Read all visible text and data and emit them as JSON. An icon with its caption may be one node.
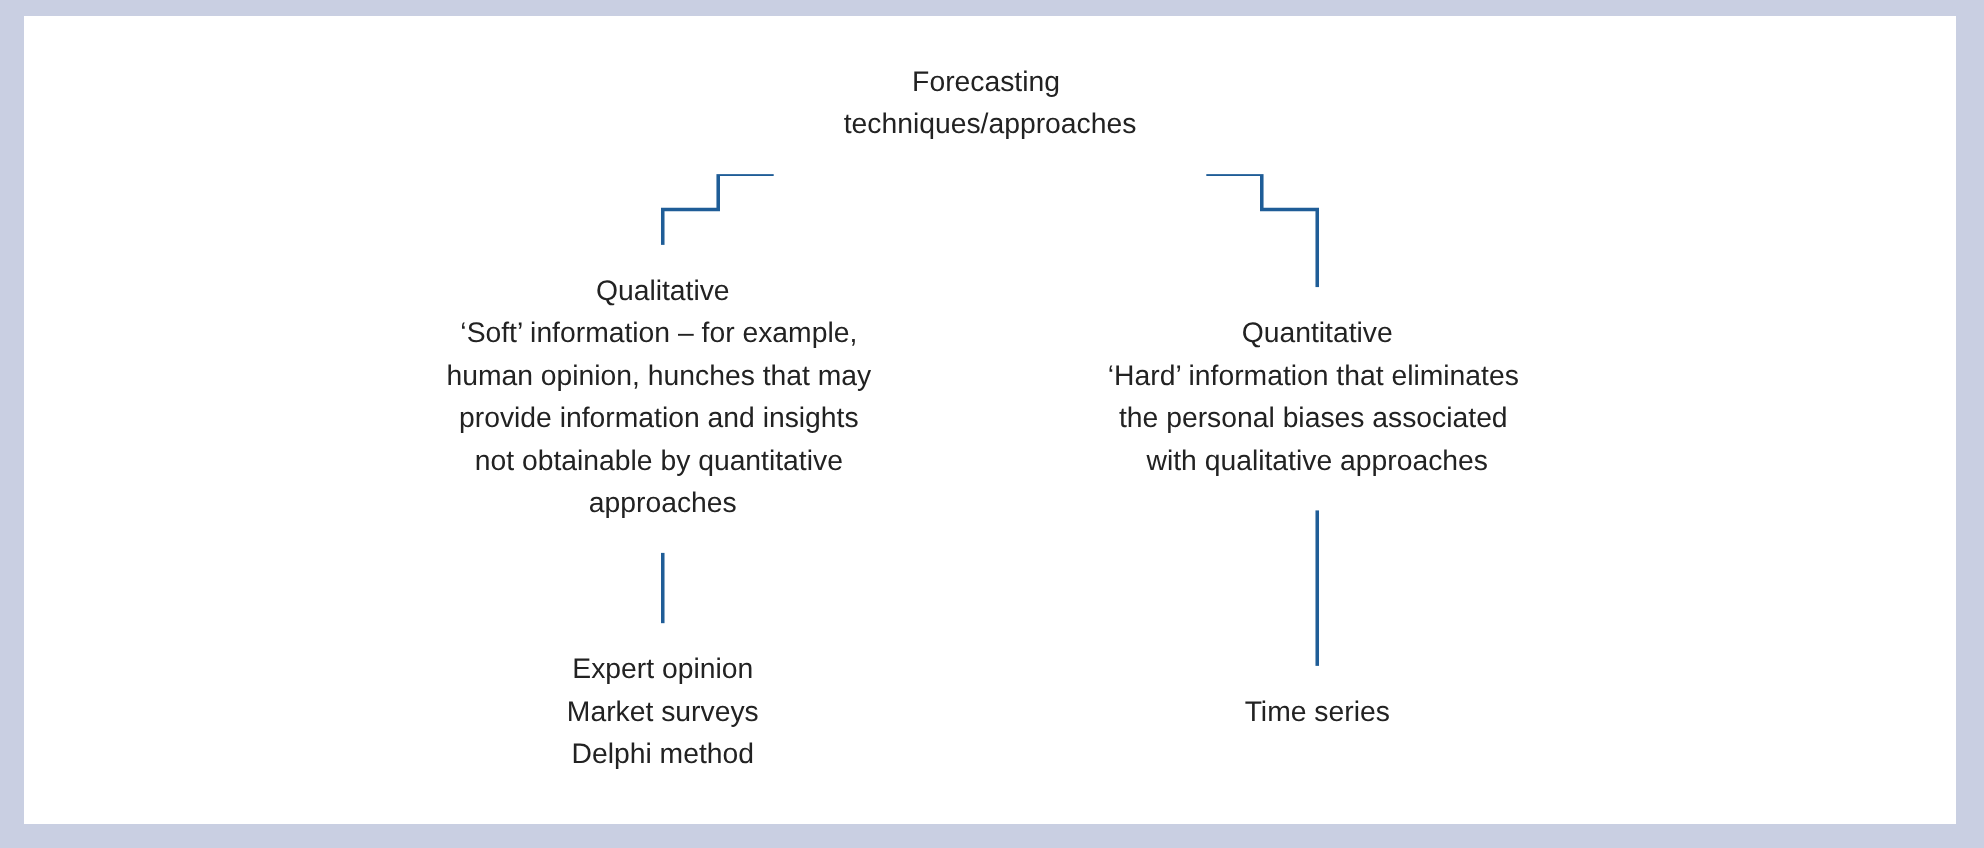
{
  "diagram": {
    "nodes": [
      {
        "text": [
          "Forecasting techniques/approaches"
        ]
      },
      {
        "text": [
          "Qualitative",
          "‘Soft’ information – for example, human opinion, hunches that may provide information and insights not obtainable by quantitative approaches"
        ]
      },
      {
        "text": [
          "Quantitative",
          "‘Hard’ information that eliminates the personal biases associated with qualitative approaches"
        ]
      },
      {
        "text": [
          "Expert opinion",
          "Market surveys",
          "Delphi method"
        ]
      },
      {
        "text": [
          "Time series"
        ]
      }
    ],
    "edges": [
      {
        "from": 0,
        "to": 1,
        "arrow": "none"
      },
      {
        "from": 0,
        "to": 2,
        "arrow": "none"
      },
      {
        "from": 1,
        "to": 3,
        "arrow": "none"
      },
      {
        "from": 2,
        "to": 4,
        "arrow": "none"
      }
    ]
  }
}
